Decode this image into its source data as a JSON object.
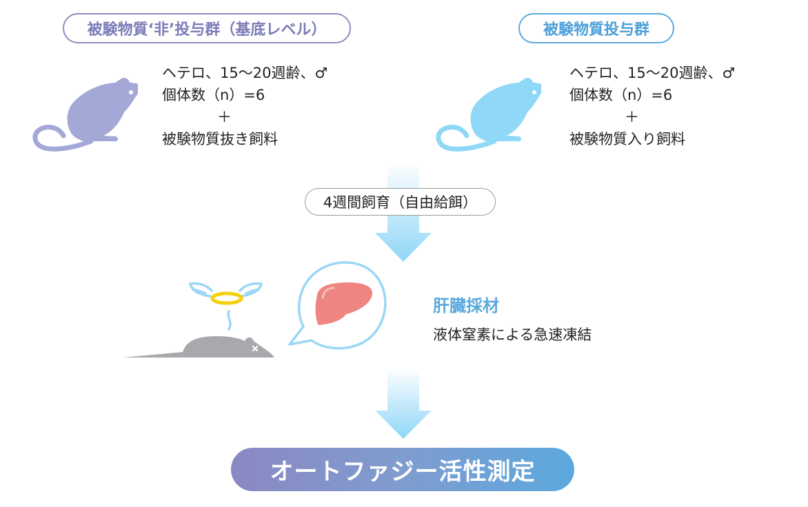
{
  "groups": {
    "control": {
      "label": "被験物質‘非’投与群（基底レベル）",
      "color": "#7b7bb8",
      "mouse_color": "#a4a8d6",
      "lines": [
        "ヘテロ、15〜20週齢、♂",
        "個体数（n）=6",
        "＋",
        "被験物質抜き飼料"
      ]
    },
    "treatment": {
      "label": "被験物質投与群",
      "color": "#4d9fd8",
      "mouse_color": "#8fd8f7",
      "lines": [
        "ヘテロ、15〜20週齢、♂",
        "個体数（n）=6",
        "＋",
        "被験物質入り飼料"
      ]
    }
  },
  "steps": {
    "feeding": {
      "label": "4週間飼育（自由給餌）"
    },
    "collection": {
      "title": "肝臓採材",
      "description": "液体窒素による急速凍結",
      "title_color": "#5aa9de",
      "liver_color": "#ee8580",
      "dead_mouse_color": "#a7a9ac",
      "halo_color": "#f5d10c",
      "wing_color": "#9bd7f5"
    },
    "final": {
      "label": "オートファジー活性測定"
    }
  }
}
